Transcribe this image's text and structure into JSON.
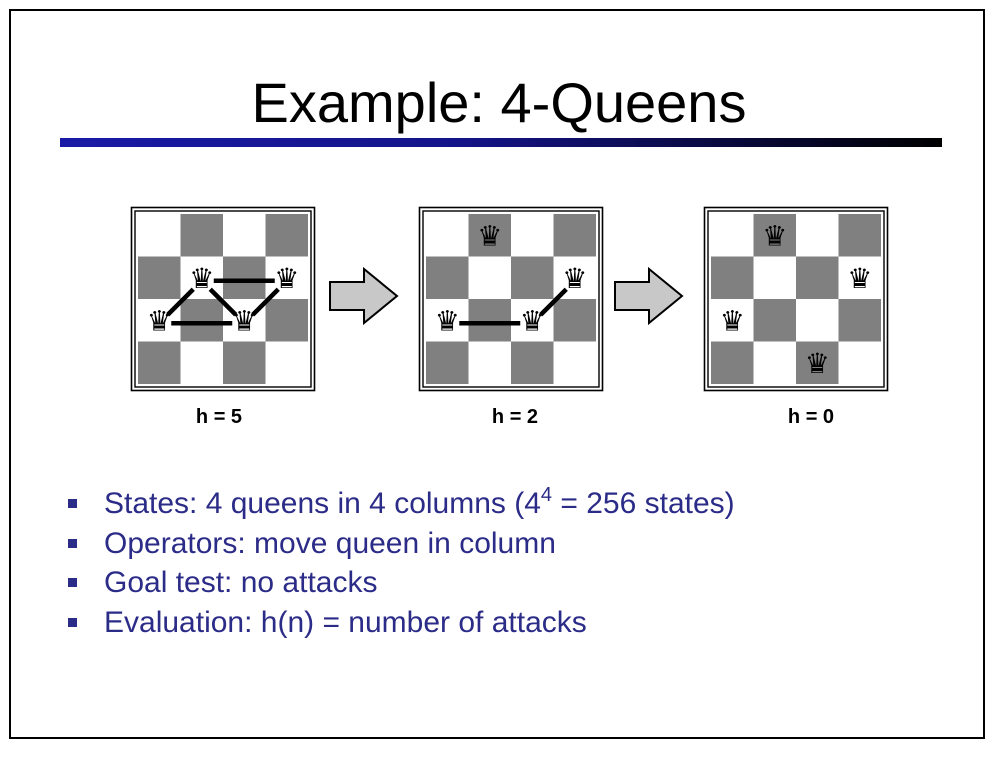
{
  "title": "Example: 4-Queens",
  "colors": {
    "dark_square": "#808080",
    "light_square": "#ffffff",
    "bullet_text": "#2b2b88",
    "rule_start": "#1a1aa6",
    "rule_end": "#000000",
    "arrow_fill": "#c8c8c8"
  },
  "queen_glyph": "♛",
  "boards": [
    {
      "label": "h = 5",
      "queens": [
        {
          "col": 0,
          "row": 2
        },
        {
          "col": 1,
          "row": 1
        },
        {
          "col": 2,
          "row": 2
        },
        {
          "col": 3,
          "row": 1
        }
      ],
      "attacks": [
        [
          [
            1,
            1
          ],
          [
            3,
            1
          ]
        ],
        [
          [
            0,
            2
          ],
          [
            2,
            2
          ]
        ],
        [
          [
            0,
            2
          ],
          [
            1,
            1
          ]
        ],
        [
          [
            1,
            1
          ],
          [
            2,
            2
          ]
        ],
        [
          [
            2,
            2
          ],
          [
            3,
            1
          ]
        ]
      ]
    },
    {
      "label": "h = 2",
      "queens": [
        {
          "col": 0,
          "row": 2
        },
        {
          "col": 1,
          "row": 0
        },
        {
          "col": 2,
          "row": 2
        },
        {
          "col": 3,
          "row": 1
        }
      ],
      "attacks": [
        [
          [
            0,
            2
          ],
          [
            2,
            2
          ]
        ],
        [
          [
            2,
            2
          ],
          [
            3,
            1
          ]
        ]
      ]
    },
    {
      "label": "h = 0",
      "queens": [
        {
          "col": 0,
          "row": 2
        },
        {
          "col": 1,
          "row": 0
        },
        {
          "col": 2,
          "row": 3
        },
        {
          "col": 3,
          "row": 1
        }
      ],
      "attacks": []
    }
  ],
  "bullets": {
    "items": [
      {
        "pre": "States: 4 queens in 4 columns (4",
        "sup": "4",
        "post": " = 256 states)"
      },
      {
        "pre": "Operators: move queen in column",
        "sup": "",
        "post": ""
      },
      {
        "pre": "Goal test: no attacks",
        "sup": "",
        "post": ""
      },
      {
        "pre": "Evaluation: h(n) = number of attacks",
        "sup": "",
        "post": ""
      }
    ]
  }
}
